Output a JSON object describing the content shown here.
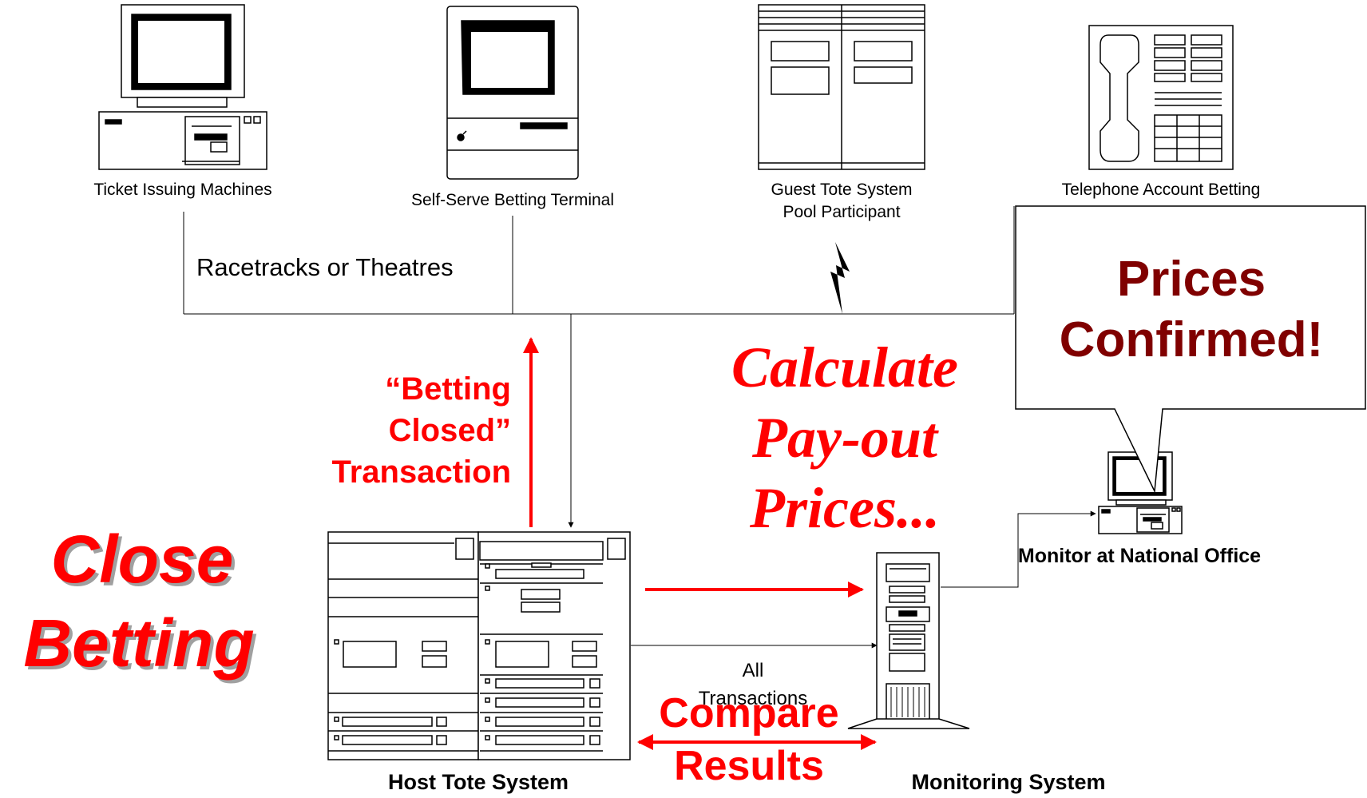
{
  "devices": {
    "ticket_machines": "Ticket Issuing Machines",
    "self_serve": "Self-Serve Betting Terminal",
    "guest_tote_line1": "Guest Tote System",
    "guest_tote_line2": "Pool Participant",
    "telephone": "Telephone Account Betting",
    "national_monitor": "Monitor at National Office",
    "host": "Host Tote System",
    "monitoring": "Monitoring System"
  },
  "network_label": "Racetracks or Theatres",
  "all_transactions_line1": "All",
  "all_transactions_line2": "Transactions",
  "callouts": {
    "betting_closed_line1": "“Betting",
    "betting_closed_line2": "Closed”",
    "betting_closed_line3": "Transaction",
    "calculate_line1": "Calculate",
    "calculate_line2": "Pay-out",
    "calculate_line3": "Prices...",
    "compare_line1": "Compare",
    "compare_line2": "Results",
    "prices_line1": "Prices",
    "prices_line2": "Confirmed!"
  },
  "slide_title_line1": "Close",
  "slide_title_line2": "Betting",
  "colors": {
    "accent_red": "#ff0000",
    "dark_red": "#800000",
    "line": "#000000"
  }
}
